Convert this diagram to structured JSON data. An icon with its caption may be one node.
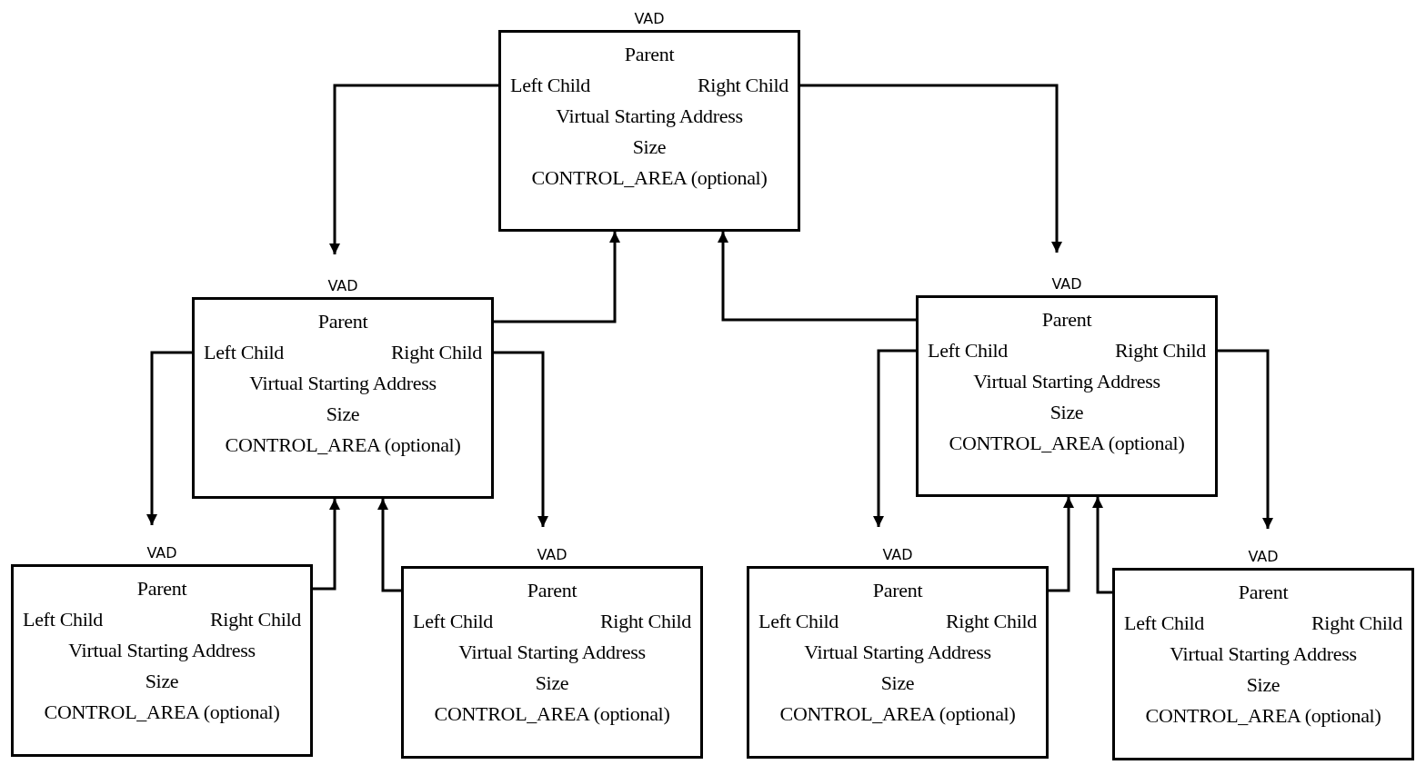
{
  "diagram": {
    "nodes": [
      {
        "text": [
          "VAD",
          "Parent",
          "Left Child",
          "Right Child",
          "Virtual Starting Address",
          "Size",
          "CONTROL_AREA (optional)"
        ]
      },
      {
        "text": [
          "VAD",
          "Parent",
          "Left Child",
          "Right Child",
          "Virtual Starting Address",
          "Size",
          "CONTROL_AREA (optional)"
        ]
      },
      {
        "text": [
          "VAD",
          "Parent",
          "Left Child",
          "Right Child",
          "Virtual Starting Address",
          "Size",
          "CONTROL_AREA (optional)"
        ]
      },
      {
        "text": [
          "VAD",
          "Parent",
          "Left Child",
          "Right Child",
          "Virtual Starting Address",
          "Size",
          "CONTROL_AREA (optional)"
        ]
      },
      {
        "text": [
          "VAD",
          "Parent",
          "Left Child",
          "Right Child",
          "Virtual Starting Address",
          "Size",
          "CONTROL_AREA (optional)"
        ]
      },
      {
        "text": [
          "VAD",
          "Parent",
          "Left Child",
          "Right Child",
          "Virtual Starting Address",
          "Size",
          "CONTROL_AREA (optional)"
        ]
      },
      {
        "text": [
          "VAD",
          "Parent",
          "Left Child",
          "Right Child",
          "Virtual Starting Address",
          "Size",
          "CONTROL_AREA (optional)"
        ]
      }
    ],
    "edges": [
      {
        "from": 0,
        "to": 1,
        "arrow": "to"
      },
      {
        "from": 0,
        "to": 2,
        "arrow": "to"
      },
      {
        "from": 1,
        "to": 0,
        "arrow": "to"
      },
      {
        "from": 2,
        "to": 0,
        "arrow": "to"
      },
      {
        "from": 1,
        "to": 3,
        "arrow": "to"
      },
      {
        "from": 1,
        "to": 4,
        "arrow": "to"
      },
      {
        "from": 3,
        "to": 1,
        "arrow": "to"
      },
      {
        "from": 4,
        "to": 1,
        "arrow": "to"
      },
      {
        "from": 2,
        "to": 5,
        "arrow": "to"
      },
      {
        "from": 2,
        "to": 6,
        "arrow": "to"
      },
      {
        "from": 5,
        "to": 2,
        "arrow": "to"
      },
      {
        "from": 6,
        "to": 2,
        "arrow": "to"
      }
    ]
  }
}
